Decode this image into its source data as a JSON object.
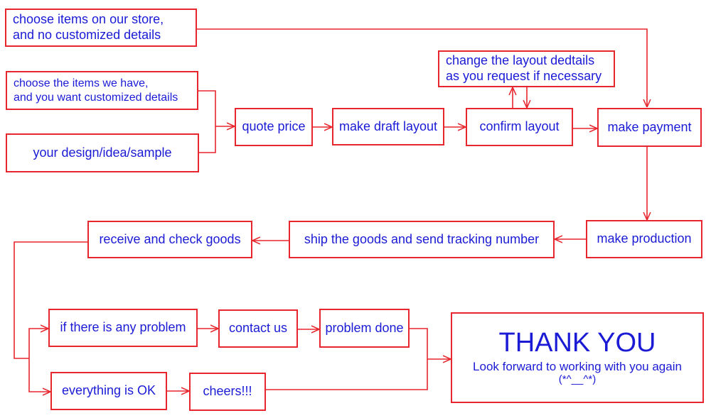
{
  "colors": {
    "line": "#e8262d",
    "text": "#1b1bd6",
    "background": "#ffffff"
  },
  "steps": {
    "store_items": "choose items on our store,\nand no customized details",
    "customized_items": "choose  the items we have,\nand you want customized details",
    "own_design": "your design/idea/sample",
    "quote_price": "quote price",
    "draft_layout": "make draft layout",
    "change_layout": "change the layout dedtails\nas you request if necessary",
    "confirm_layout": "confirm layout",
    "make_payment": "make payment",
    "make_production": "make production",
    "ship_goods": "ship the goods and send tracking number",
    "receive_goods": "receive and check goods",
    "any_problem": "if there is any problem",
    "contact_us": "contact us",
    "problem_done": "problem done",
    "everything_ok": "everything is OK",
    "cheers": "cheers!!!"
  },
  "thanks": {
    "title": "THANK YOU",
    "subtitle": "Look forward to working with you again",
    "emoticon": "(*^__^*)"
  }
}
